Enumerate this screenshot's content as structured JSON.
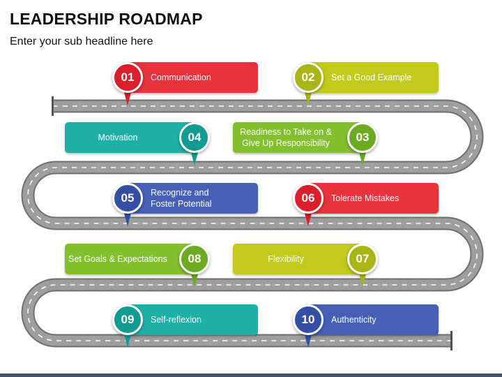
{
  "header": {
    "title": "LEADERSHIP ROADMAP",
    "subtitle": "Enter your sub headline here"
  },
  "colors": {
    "road": "#9e9e9e",
    "road_edge": "#6f6f6f",
    "dash": "#ffffff"
  },
  "steps": [
    {
      "number": "01",
      "text": "Communication",
      "color": "#e8323c",
      "pin": "#d81f2b"
    },
    {
      "number": "02",
      "text": "Set a Good Example",
      "color": "#c1cb1c",
      "pin": "#a9b417"
    },
    {
      "number": "03",
      "text": "Readiness to Take on &\nGive Up Responsibility",
      "color": "#83c02e",
      "pin": "#6cab21"
    },
    {
      "number": "04",
      "text": "Motivation",
      "color": "#1eb0a6",
      "pin": "#129b91"
    },
    {
      "number": "05",
      "text": "Recognize and\nFoster Potential",
      "color": "#4560b6",
      "pin": "#344ea3"
    },
    {
      "number": "06",
      "text": "Tolerate Mistakes",
      "color": "#e8323c",
      "pin": "#d81f2b"
    },
    {
      "number": "07",
      "text": "Flexibility",
      "color": "#c1cb1c",
      "pin": "#a9b417"
    },
    {
      "number": "08",
      "text": "Set Goals & Expectations",
      "color": "#83c02e",
      "pin": "#6cab21"
    },
    {
      "number": "09",
      "text": "Self-reflexion",
      "color": "#1eb0a6",
      "pin": "#129b91"
    },
    {
      "number": "10",
      "text": "Authenticity",
      "color": "#4560b6",
      "pin": "#344ea3"
    }
  ]
}
